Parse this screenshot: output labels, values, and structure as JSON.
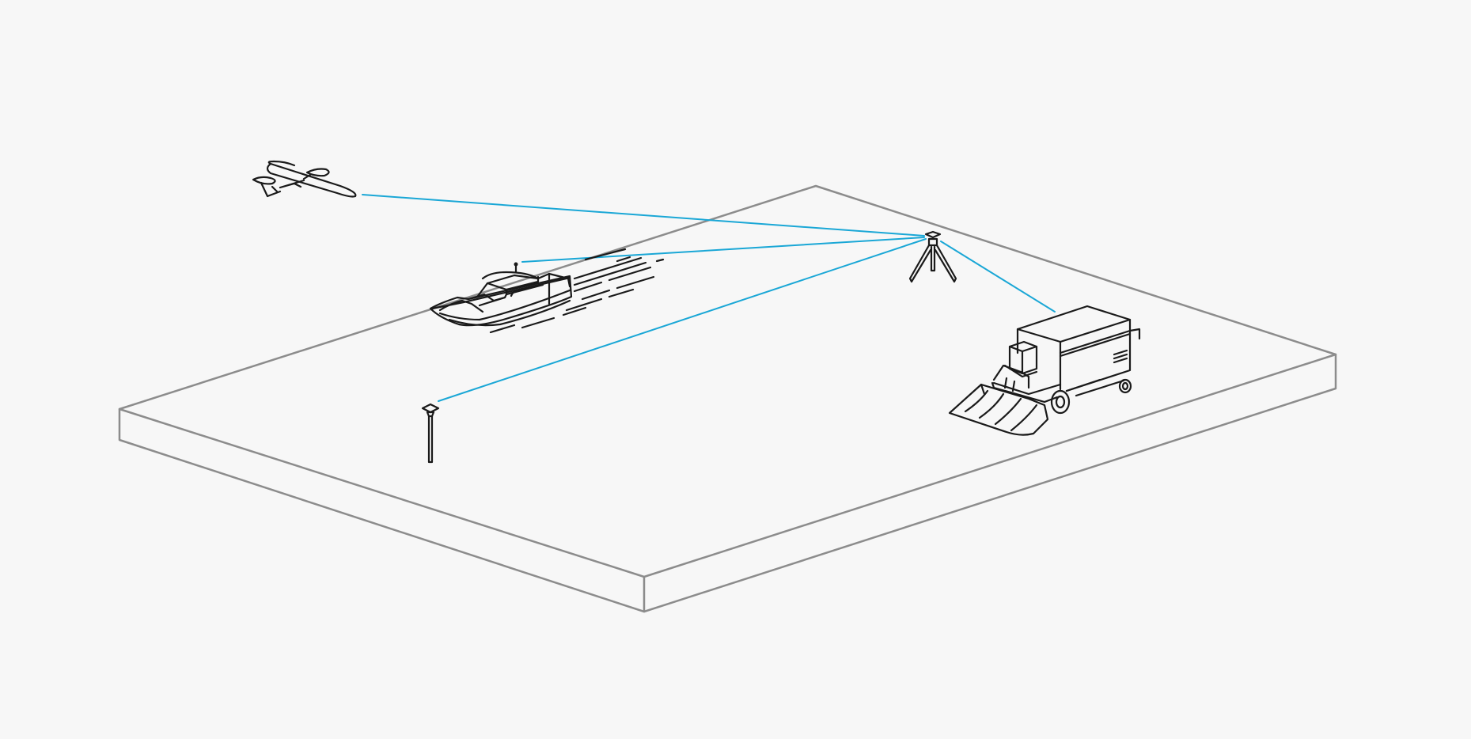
{
  "colors": {
    "background": "#f7f7f7",
    "platform_edge": "#8c8c8c",
    "link_line": "#1aa7d6",
    "icon_stroke": "#1a1a1a"
  },
  "icons": {
    "base_station": "tripod-gnss-base-station-icon",
    "drone": "fixed-wing-drone-icon",
    "boat": "survey-boat-icon",
    "rover": "gnss-rover-pole-icon",
    "harvester": "combine-harvester-icon"
  },
  "links": [
    "drone-to-base",
    "boat-to-base",
    "rover-to-base",
    "harvester-to-base"
  ]
}
